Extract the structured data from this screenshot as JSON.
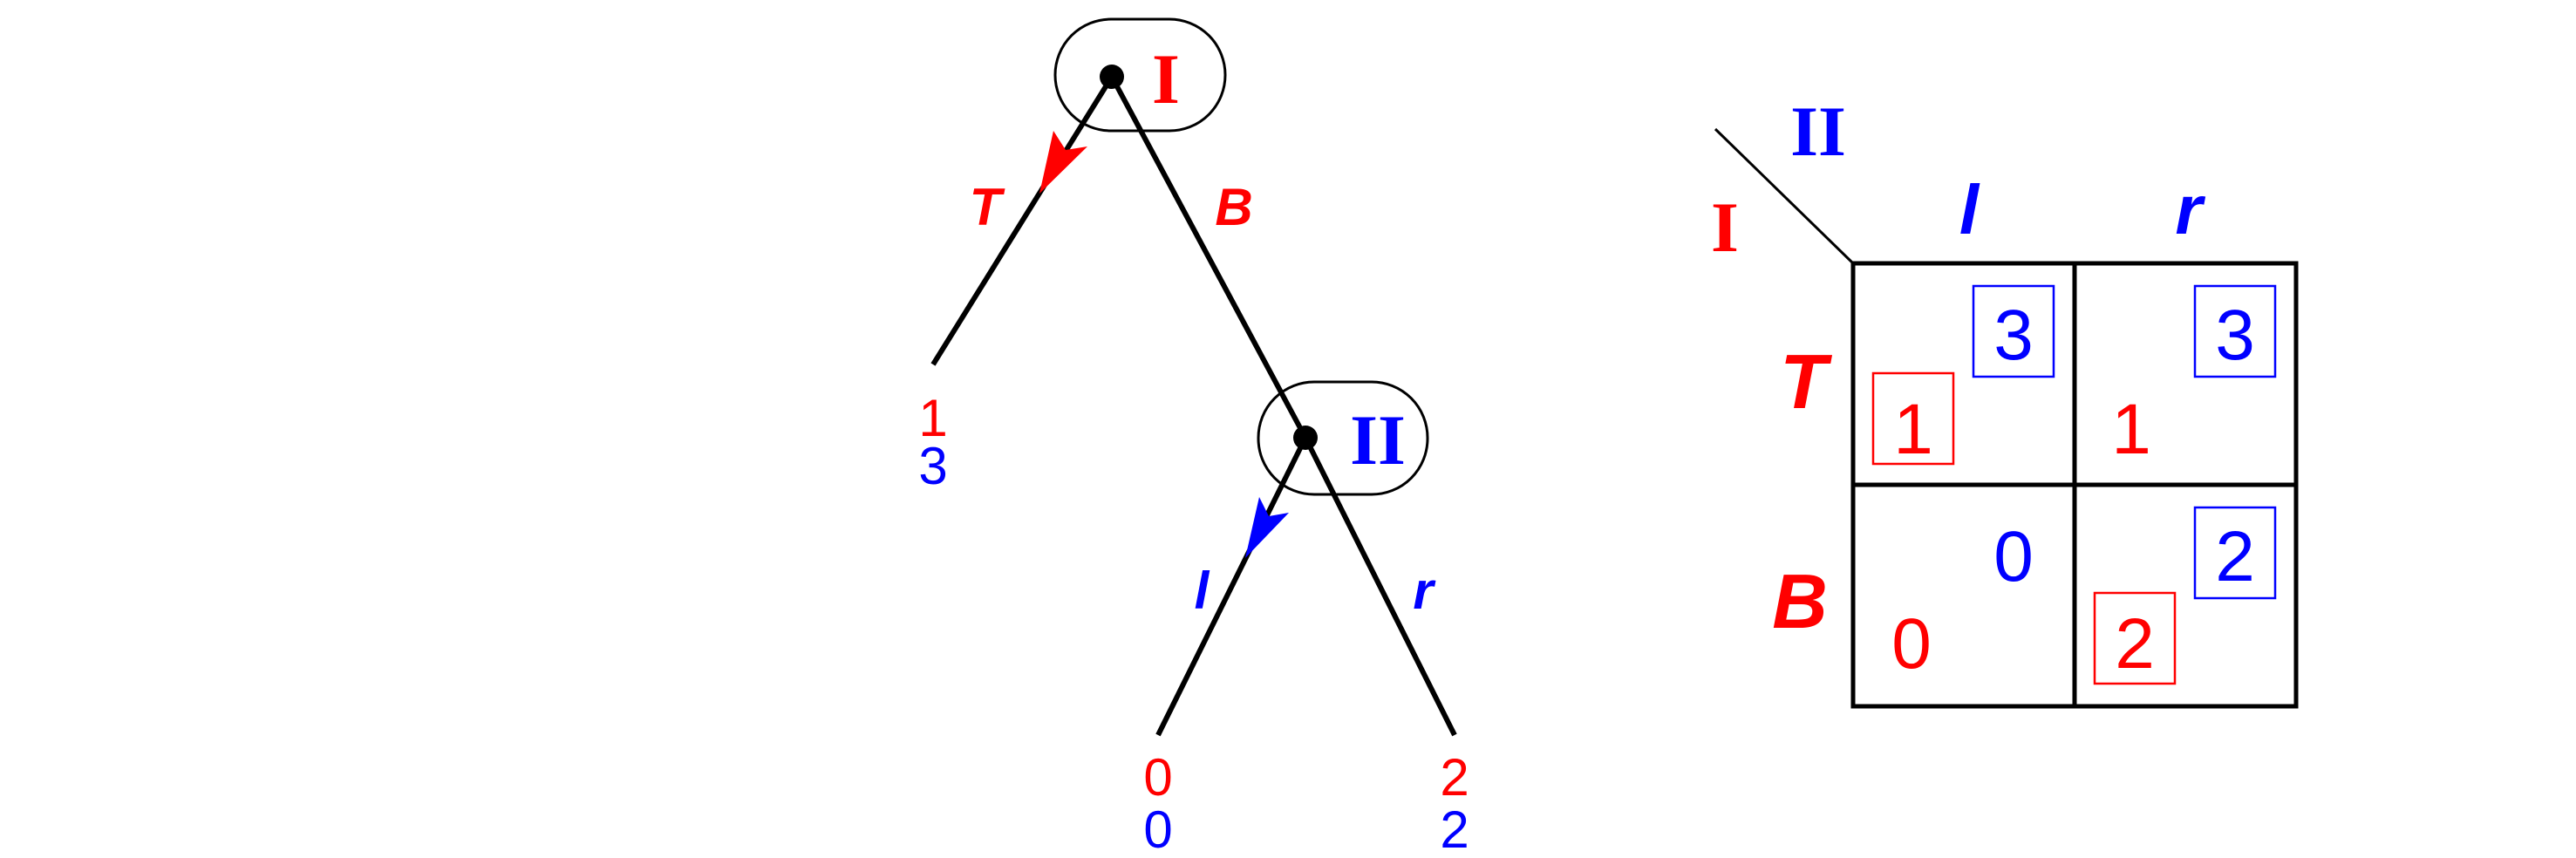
{
  "colors": {
    "player1": "#ff0000",
    "player2": "#0000ff",
    "lines": "#000000"
  },
  "tree": {
    "player1_label": "I",
    "player2_label": "II",
    "moves": {
      "T": "T",
      "B": "B",
      "l": "l",
      "r": "r"
    },
    "leaves": [
      {
        "p1": "1",
        "p2": "3"
      },
      {
        "p1": "0",
        "p2": "0"
      },
      {
        "p1": "2",
        "p2": "2"
      }
    ]
  },
  "matrix": {
    "row_player": "I",
    "col_player": "II",
    "rows": [
      "T",
      "B"
    ],
    "cols": [
      "l",
      "r"
    ],
    "cells": [
      [
        {
          "p1": "1",
          "p2": "3",
          "p1_best": true,
          "p2_best": true
        },
        {
          "p1": "1",
          "p2": "3",
          "p1_best": false,
          "p2_best": true
        }
      ],
      [
        {
          "p1": "0",
          "p2": "0",
          "p1_best": false,
          "p2_best": false
        },
        {
          "p1": "2",
          "p2": "2",
          "p1_best": true,
          "p2_best": true
        }
      ]
    ]
  }
}
